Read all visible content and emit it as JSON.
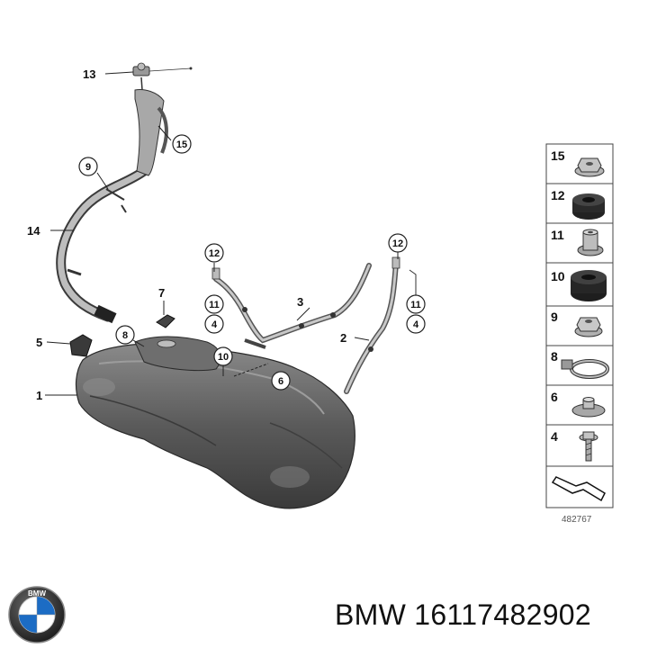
{
  "diagram": {
    "callouts": {
      "c1": "1",
      "c2": "2",
      "c3": "3",
      "c4a": "4",
      "c4b": "4",
      "c5": "5",
      "c6": "6",
      "c7": "7",
      "c8": "8",
      "c9": "9",
      "c10": "10",
      "c11a": "11",
      "c11b": "11",
      "c12a": "12",
      "c12b": "12",
      "c13": "13",
      "c14": "14",
      "c15": "15"
    },
    "legend": {
      "items": [
        "15",
        "12",
        "11",
        "10",
        "9",
        "8",
        "6",
        "4"
      ],
      "reference": "482767"
    }
  },
  "brand": {
    "logo_letters": "BMW",
    "caption": "BMW 16117482902"
  }
}
